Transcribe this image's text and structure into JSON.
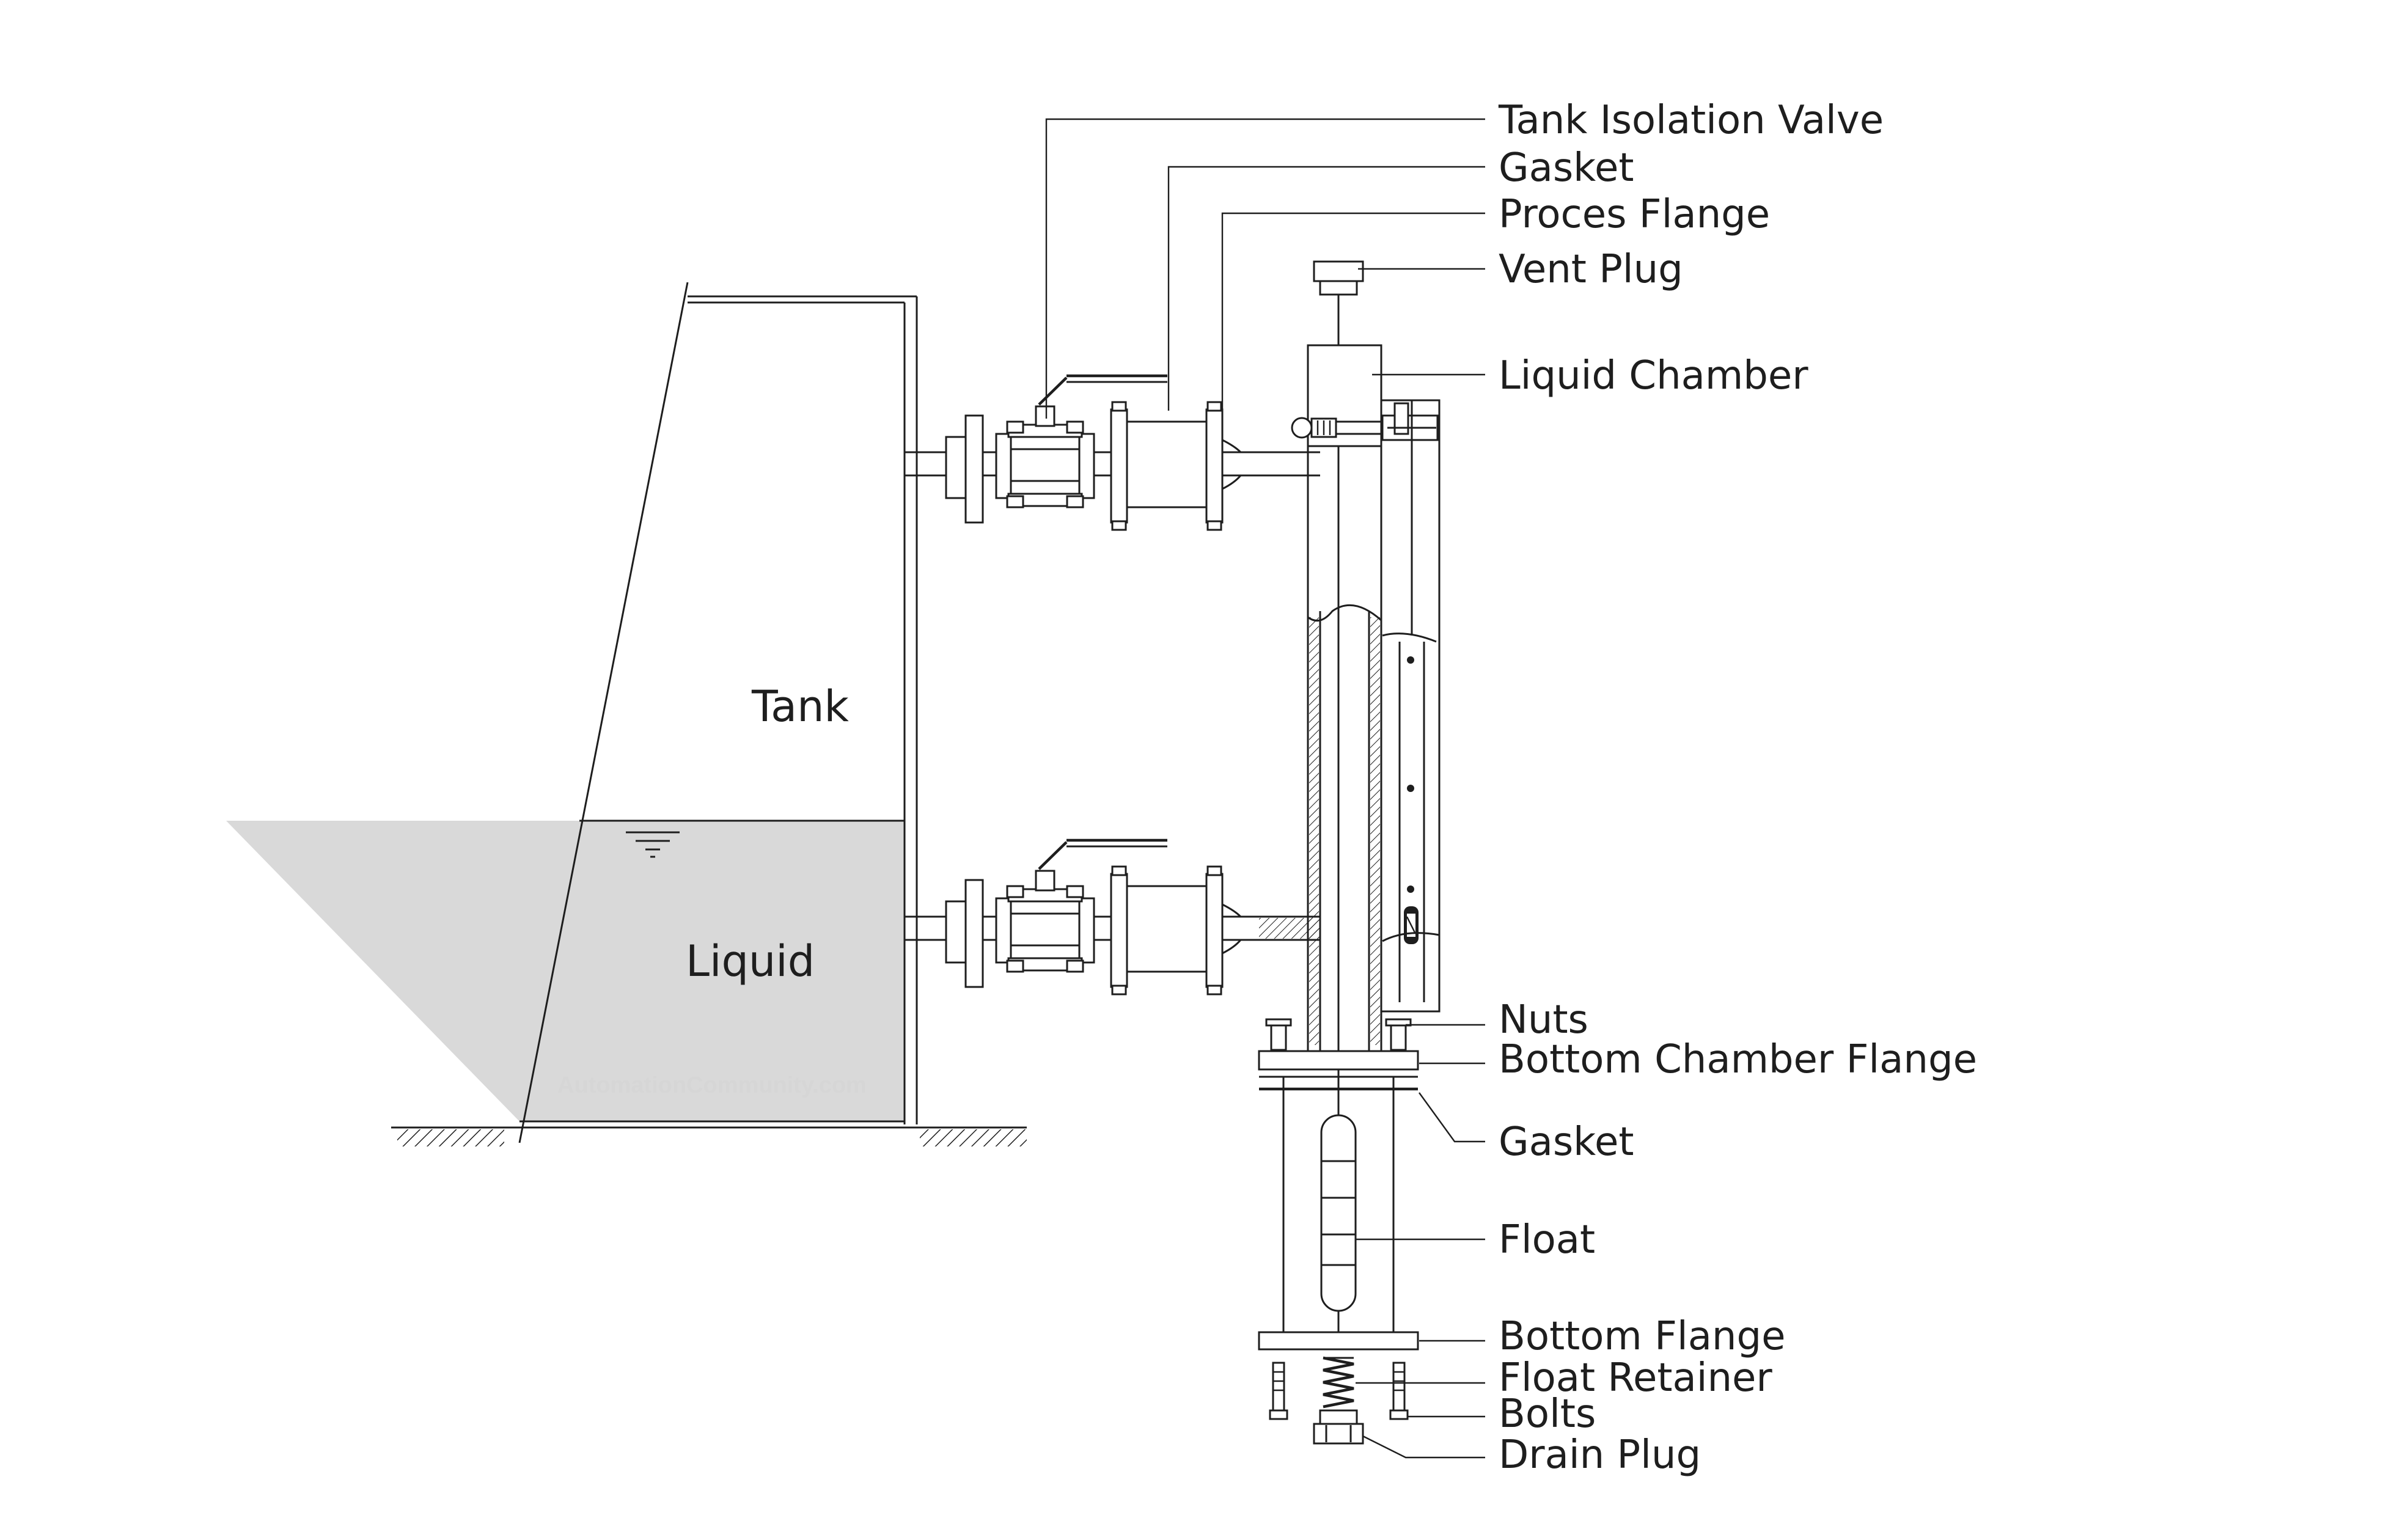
{
  "diagram": {
    "labels": {
      "tank_isolation_valve": "Tank Isolation Valve",
      "gasket_top": "Gasket",
      "process_flange": "Proces Flange",
      "vent_plug": "Vent Plug",
      "liquid_chamber": "Liquid Chamber",
      "nuts": "Nuts",
      "bottom_chamber_flange": "Bottom Chamber Flange",
      "gasket_bottom": "Gasket",
      "float": "Float",
      "bottom_flange": "Bottom Flange",
      "float_retainer": "Float Retainer",
      "bolts": "Bolts",
      "drain_plug": "Drain Plug"
    },
    "tank_text": "Tank",
    "liquid_text": "Liquid",
    "watermark": "AutomationCommunity.com",
    "colors": {
      "line": "#1e1e1e",
      "liquid_fill": "#d9d9d9",
      "watermark": "#d6d6d6",
      "background": "#ffffff"
    }
  }
}
